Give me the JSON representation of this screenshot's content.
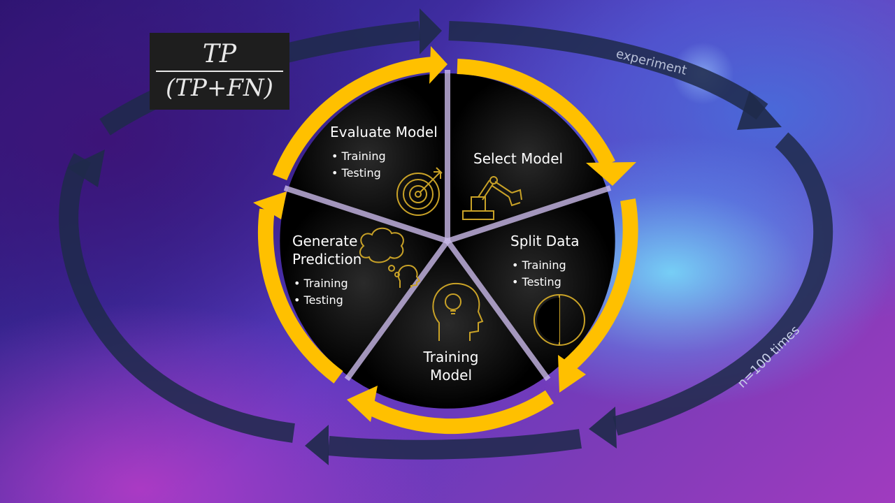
{
  "formula": {
    "numerator": "TP",
    "denominator": "(TP+FN)"
  },
  "outer_cycle": {
    "top_label": "experiment",
    "right_label": "n=100 times"
  },
  "segments": [
    {
      "key": "evaluate",
      "title_lines": [
        "Evaluate Model"
      ],
      "bullets": [
        "Training",
        "Testing"
      ],
      "icon": "target-icon"
    },
    {
      "key": "select",
      "title_lines": [
        "Select Model"
      ],
      "bullets": [],
      "icon": "robot-arm-icon"
    },
    {
      "key": "split",
      "title_lines": [
        "Split Data"
      ],
      "bullets": [
        "Training",
        "Testing"
      ],
      "icon": "half-circle-icon"
    },
    {
      "key": "train",
      "title_lines": [
        "Training",
        "Model"
      ],
      "bullets": [],
      "icon": "head-lightbulb-icon"
    },
    {
      "key": "generate",
      "title_lines": [
        "Generate",
        "Prediction"
      ],
      "bullets": [
        "Training",
        "Testing"
      ],
      "icon": "thinking-head-icon"
    }
  ],
  "colors": {
    "accent": "#FFC000",
    "segment_fill": "#000000",
    "outer_arrow": "#1f2a4a"
  }
}
